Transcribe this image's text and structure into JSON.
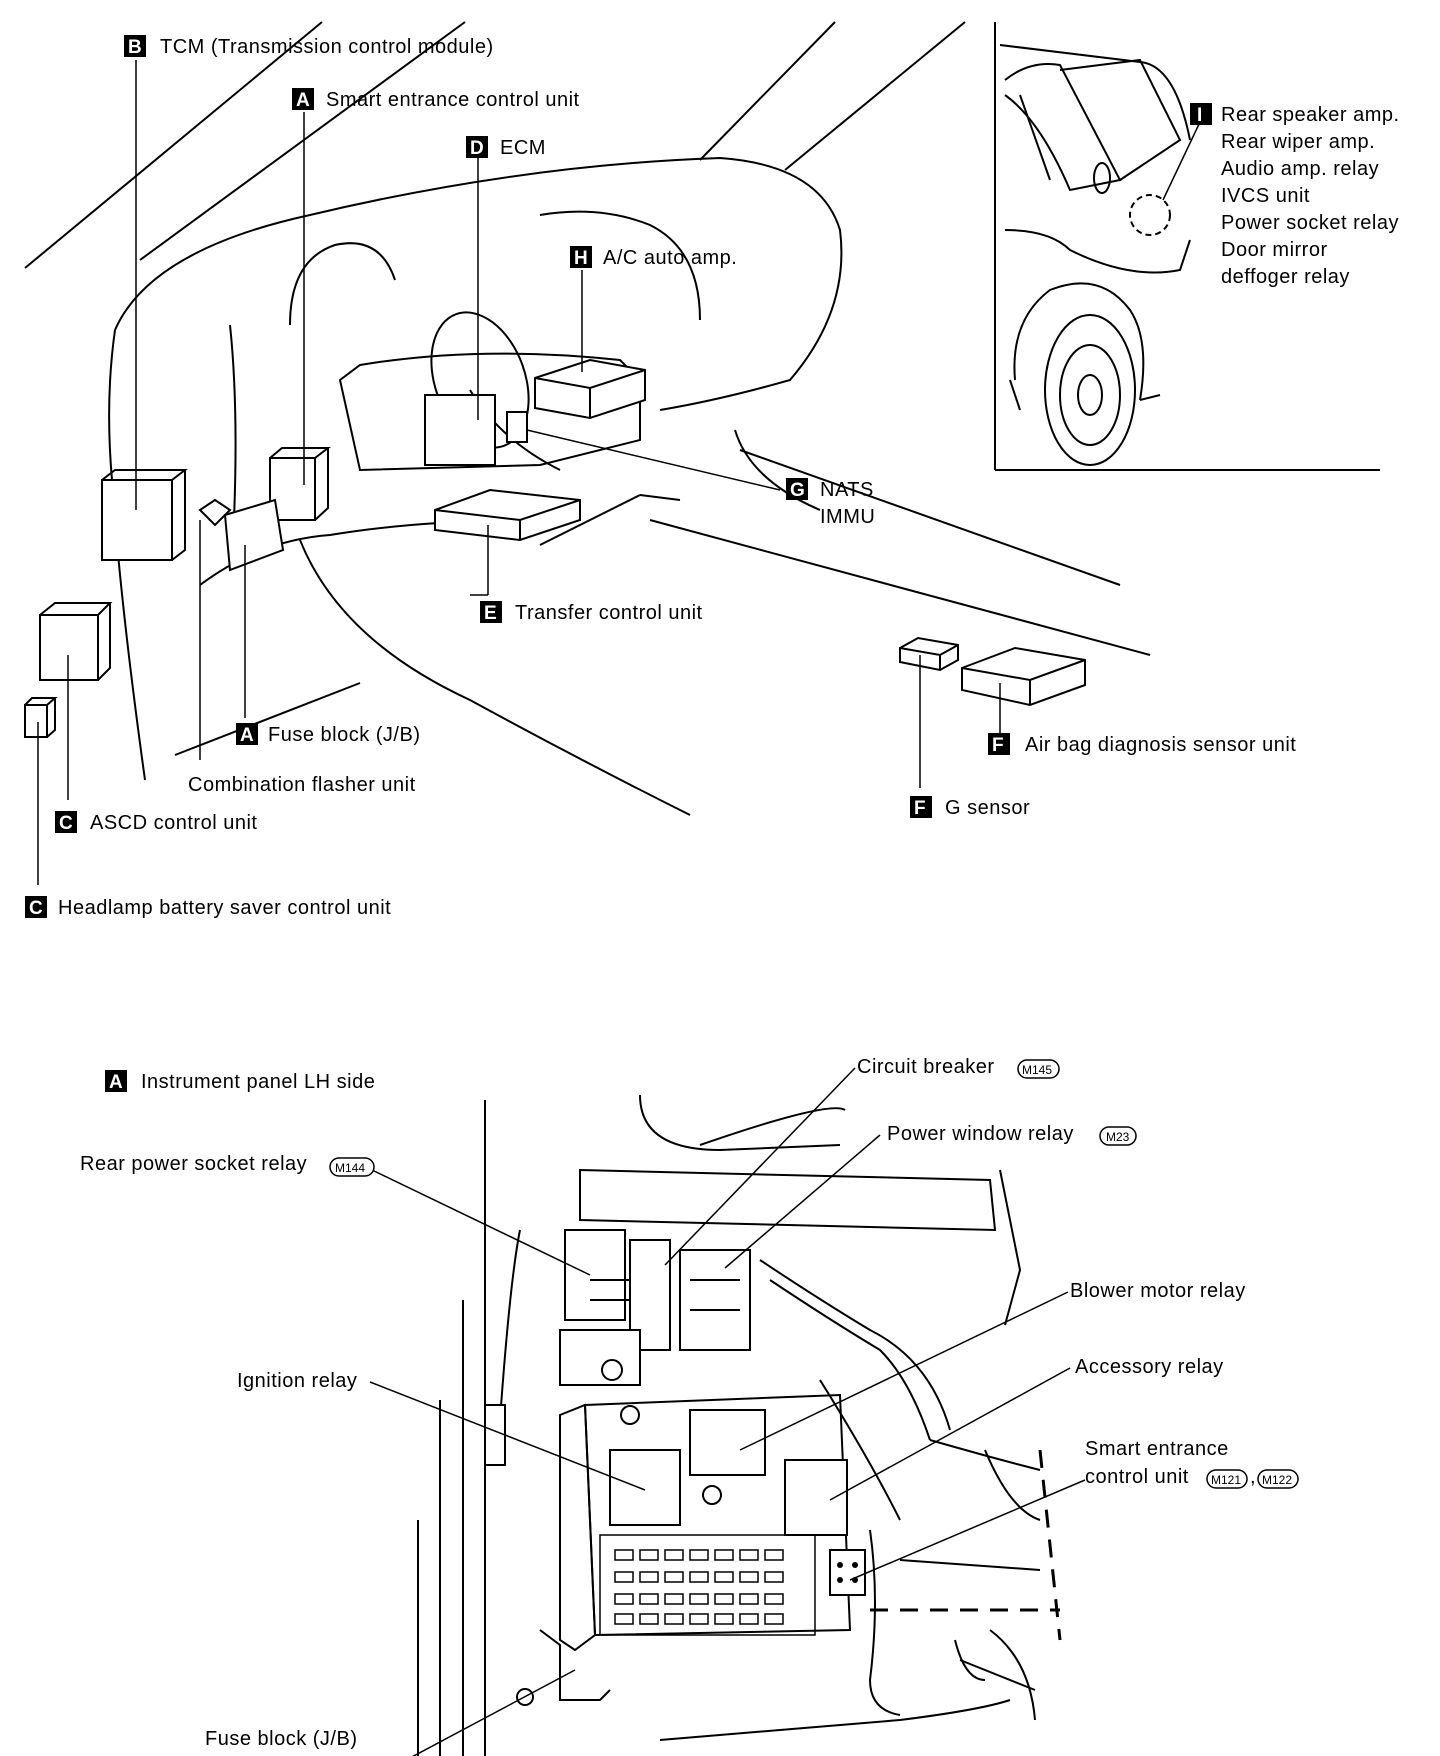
{
  "badges": {
    "b": "B",
    "a": "A",
    "d": "D",
    "h": "H",
    "g": "G",
    "e": "E",
    "f": "F",
    "c": "C",
    "i": "I"
  },
  "top": {
    "tcm": "TCM (Transmission control module)",
    "smart_entrance": "Smart entrance control unit",
    "ecm": "ECM",
    "ac_auto_amp": "A/C auto amp.",
    "nats": "NATS",
    "immu": "IMMU",
    "transfer_control": "Transfer control unit",
    "air_bag": "Air bag diagnosis sensor unit",
    "g_sensor": "G sensor",
    "fuse_block": "Fuse block (J/B)",
    "combination_flasher": "Combination flasher unit",
    "ascd": "ASCD control unit",
    "headlamp": "Headlamp battery saver control unit",
    "rear_items": [
      "Rear speaker amp.",
      "Rear wiper amp.",
      "Audio amp. relay",
      "IVCS unit",
      "Power socket relay",
      "Door mirror",
      "deffoger relay"
    ]
  },
  "bottom": {
    "section_title": "Instrument panel LH side",
    "circuit_breaker": "Circuit breaker",
    "power_window_relay": "Power window relay",
    "rear_power_socket_relay": "Rear power socket relay",
    "blower_motor_relay": "Blower motor relay",
    "ignition_relay": "Ignition relay",
    "accessory_relay": "Accessory relay",
    "smart_entrance_line1": "Smart entrance",
    "smart_entrance_line2": "control unit",
    "fuse_block": "Fuse block (J/B)",
    "connectors": {
      "m145": "M145",
      "m23": "M23",
      "m144": "M144",
      "m121": "M121",
      "m122": "M122"
    }
  }
}
